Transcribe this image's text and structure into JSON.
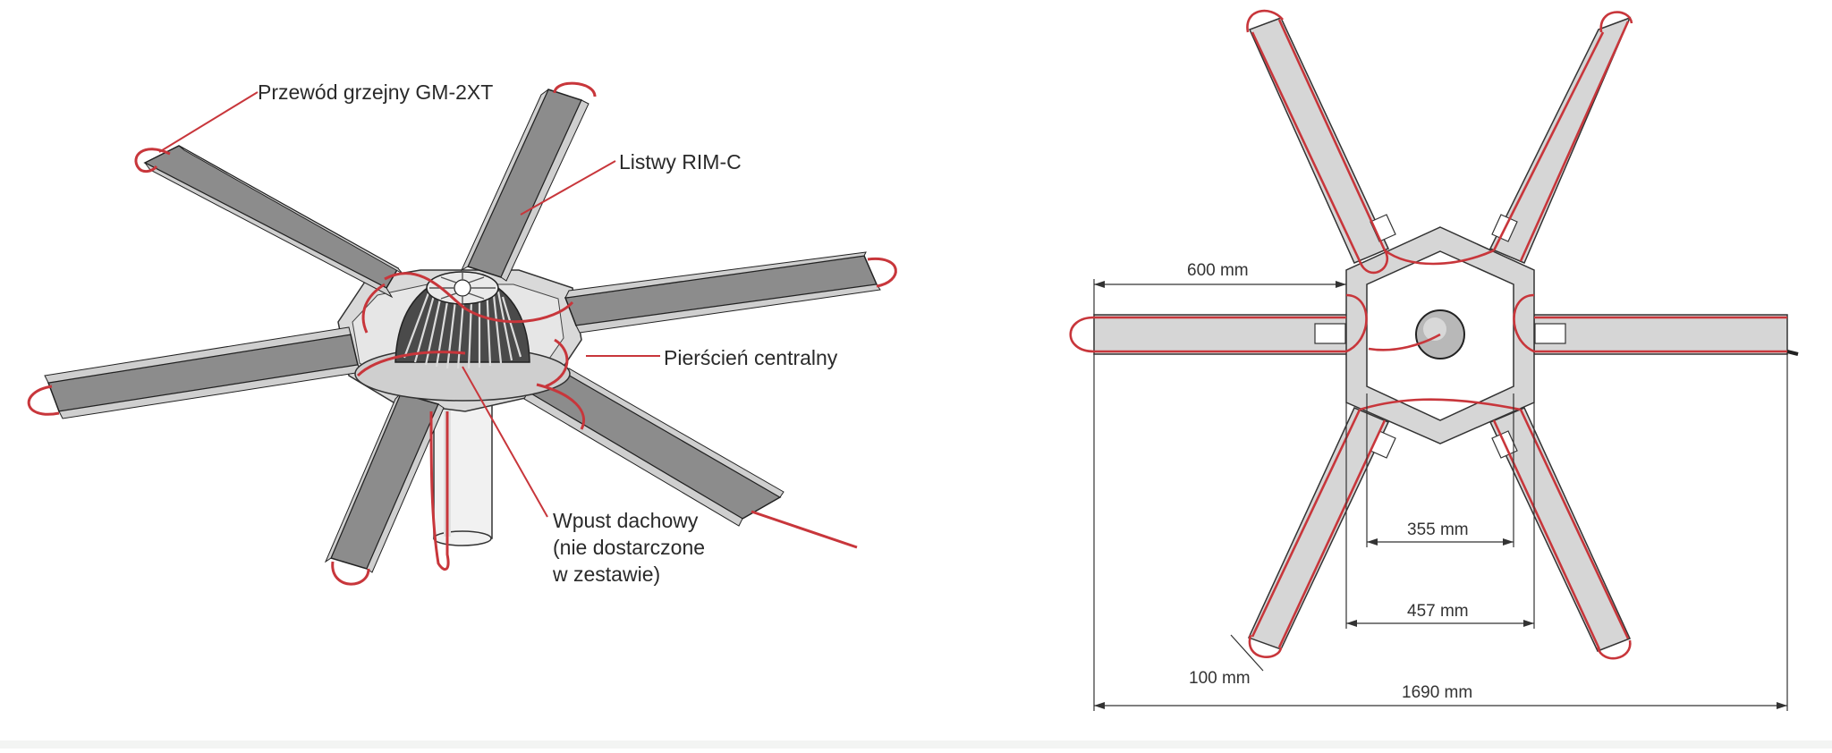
{
  "colors": {
    "cable": "#c8363b",
    "rim_dark": "#8c8c8c",
    "rim_light": "#d2d2d2",
    "outline": "#333333",
    "plan_fill": "#d6d6d6"
  },
  "icons": [
    "roof-drain-grate",
    "heating-cable",
    "rim-c-strip",
    "central-ring",
    "drain-pipe"
  ],
  "left_diagram": {
    "labels": {
      "cable": "Przewód grzejny GM-2XT",
      "strips": "Listwy RIM-C",
      "ring": "Pierścień centralny",
      "drain_line1": "Wpust dachowy",
      "drain_line2": "(nie dostarczone",
      "drain_line3": "w zestawie)"
    }
  },
  "right_diagram": {
    "dimensions": {
      "arm_length": "600 mm",
      "inner_width": "355 mm",
      "ring_width": "457 mm",
      "total_width": "1690 mm",
      "strip_width": "100 mm"
    }
  }
}
